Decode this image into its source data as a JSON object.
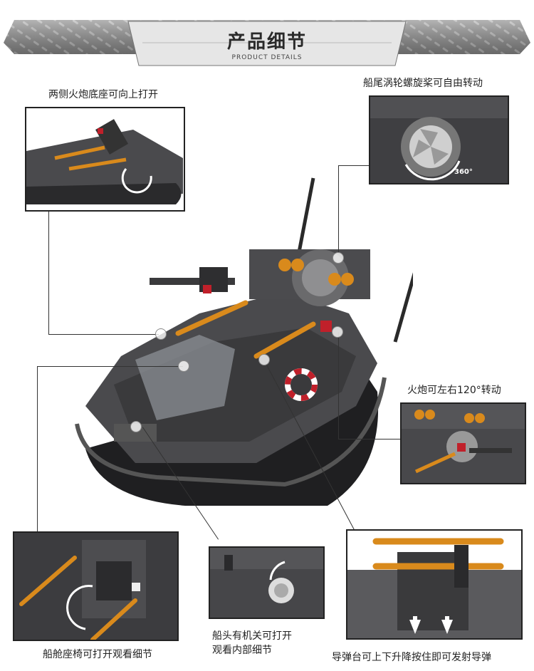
{
  "header": {
    "title": "产品细节",
    "subtitle": "PRODUCT DETAILS"
  },
  "details": {
    "cannon_base": "两侧火炮底座可向上打开",
    "propeller": "船尾涡轮螺旋桨可自由转动",
    "propeller_badge": "360°",
    "cannon_rotate": "火炮可左右120°转动",
    "cabin_seat": "船舱座椅可打开观看细节",
    "bow_hatch_line1": "船头有机关可打开",
    "bow_hatch_line2": "观看内部细节",
    "missile_platform": "导弹台可上下升降按住即可发射导弹"
  },
  "colors": {
    "hull": "#3a3a3c",
    "accent_orange": "#d98a1c",
    "accent_red": "#c0202a",
    "banner_metal": "#9a9a9a"
  }
}
